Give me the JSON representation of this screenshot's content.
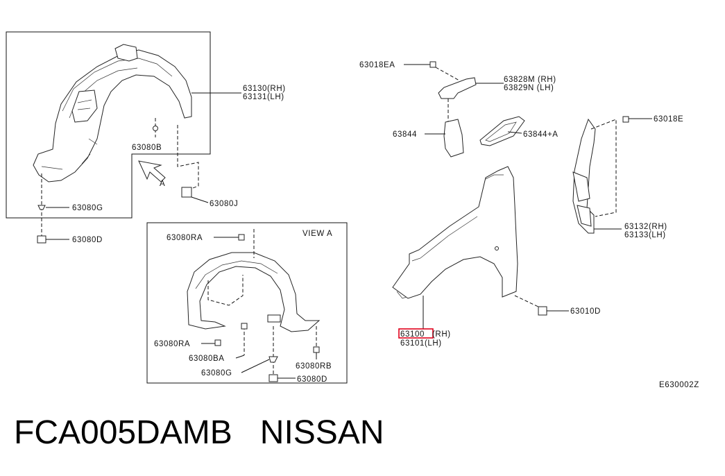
{
  "labels": {
    "p63130": "63130(RH)",
    "p63131": "63131(LH)",
    "p63080B": "63080B",
    "p63080G_top": "63080G",
    "p63080J": "63080J",
    "p63080D_top": "63080D",
    "arrowA": "A",
    "viewA": "VIEW A",
    "p63080RA_top": "63080RA",
    "p63080RA_bot": "63080RA",
    "p63080BA": "63080BA",
    "p63080G_bot": "63080G",
    "p63080RB": "63080RB",
    "p63080D_bot": "63080D",
    "p63018EA": "63018EA",
    "p63828M": "63828M (RH)",
    "p63829N": "63829N (LH)",
    "p63844": "63844",
    "p63844A": "63844+A",
    "p63018E": "63018E",
    "p63132": "63132(RH)",
    "p63133": "63133(LH)",
    "p63100": "63100",
    "p63100rh": "(RH)",
    "p63101": "63101(LH)",
    "p63010D": "63010D",
    "diagramCode": "E630002Z"
  },
  "highlight_color": "#e0001b",
  "footer": {
    "part_number": "FCA005DAMB",
    "brand": "NISSAN"
  }
}
